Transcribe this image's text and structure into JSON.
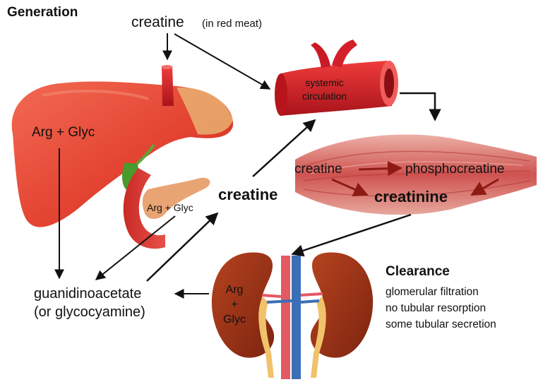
{
  "title": "Generation",
  "creatine_source": "creatine",
  "creatine_source_note": "(in red meat)",
  "systemic_line1": "systemic",
  "systemic_line2": "circulation",
  "liver_label": "Arg + Glyc",
  "pancreas_label": "Arg + Glyc",
  "creatine_center": "creatine",
  "muscle_creatine": "creatine",
  "phosphocreatine": "phosphocreatine",
  "creatinine": "creatinine",
  "guanidinoacetate_line1": "guanidinoacetate",
  "guanidinoacetate_line2": "(or glycocyamine)",
  "kidney_line1": "Arg",
  "kidney_line2": "+",
  "kidney_line3": "Glyc",
  "clearance_heading": "Clearance",
  "clearance_items": [
    "glomerular filtration",
    "no tubular resorption",
    "some tubular secretion"
  ],
  "colors": {
    "liver": "#e8483a",
    "vessel": "#d41f2a",
    "kidney": "#9c2e14",
    "muscle": "#d45a55",
    "vein_blue": "#3b6fb6",
    "gallbladder": "#4a9b2c",
    "pancreas": "#e9a474",
    "arrow": "#111111"
  }
}
